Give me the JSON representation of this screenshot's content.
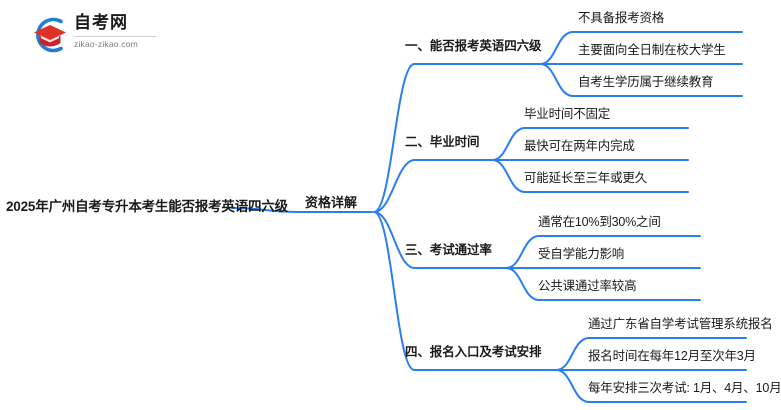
{
  "logo": {
    "name_cn": "自考网",
    "url": "zikao-zikao.com",
    "mark_icon": "graduation-cap-logo-icon",
    "arc_color": "#1E7FD4",
    "cap_color": "#E03127"
  },
  "theme": {
    "line_color": "#2B7EF0",
    "text_color": "#1b1b1b",
    "background": "#ffffff"
  },
  "mindmap": {
    "type": "mindmap",
    "root": "2025年广州自考专升本考生能否报考英语四六级",
    "center": "资格详解",
    "branches": [
      {
        "label": "一、能否报考英语四六级",
        "children": [
          "不具备报考资格",
          "主要面向全日制在校大学生",
          "自考生学历属于继续教育"
        ]
      },
      {
        "label": "二、毕业时间",
        "children": [
          "毕业时间不固定",
          "最快可在两年内完成",
          "可能延长至三年或更久"
        ]
      },
      {
        "label": "三、考试通过率",
        "children": [
          "通常在10%到30%之间",
          "受自学能力影响",
          "公共课通过率较高"
        ]
      },
      {
        "label": "四、报名入口及考试安排",
        "children": [
          "通过广东省自学考试管理系统报名",
          "报名时间在每年12月至次年3月",
          "每年安排三次考试: 1月、4月、10月"
        ]
      }
    ]
  }
}
